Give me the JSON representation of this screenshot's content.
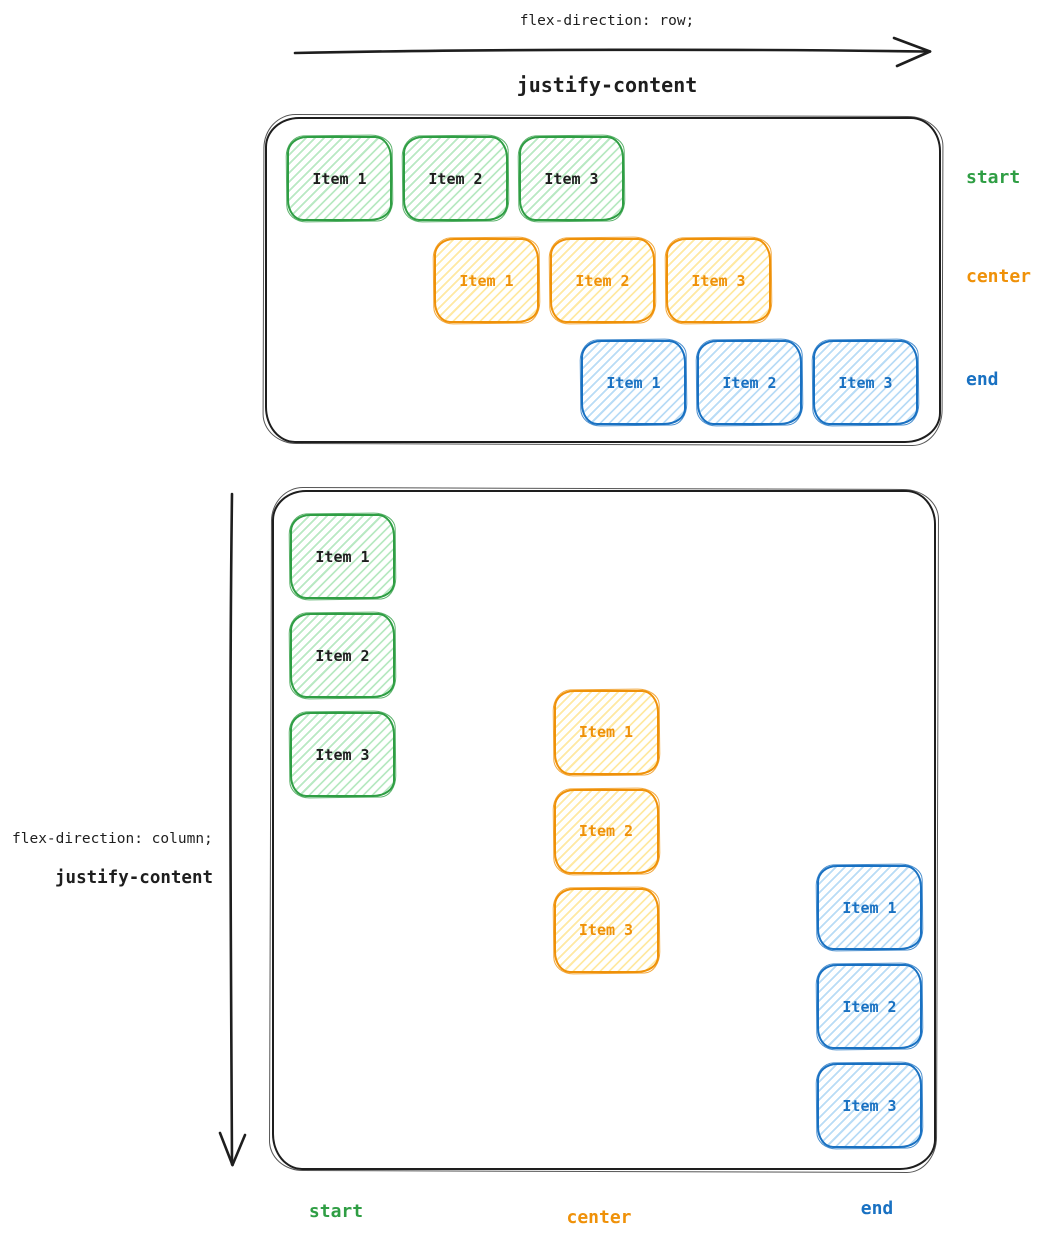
{
  "palette": {
    "ink": "#1e1e1e",
    "green": {
      "stroke": "#2f9e44",
      "hatch": "#b9e9c3",
      "text": "#1e1e1e"
    },
    "orange": {
      "stroke": "#ef9109",
      "hatch": "#ffe9a3",
      "text": "#ef9109"
    },
    "blue": {
      "stroke": "#1971c2",
      "hatch": "#b9dcf6",
      "text": "#1971c2"
    }
  },
  "row_section": {
    "direction_label": "flex-direction: row;",
    "property_label": "justify-content",
    "groups": [
      {
        "value": "start",
        "color": "green",
        "items": [
          "Item 1",
          "Item 2",
          "Item 3"
        ]
      },
      {
        "value": "center",
        "color": "orange",
        "items": [
          "Item 1",
          "Item 2",
          "Item 3"
        ]
      },
      {
        "value": "end",
        "color": "blue",
        "items": [
          "Item 1",
          "Item 2",
          "Item 3"
        ]
      }
    ]
  },
  "column_section": {
    "direction_label": "flex-direction: column;",
    "property_label": "justify-content",
    "groups": [
      {
        "value": "start",
        "color": "green",
        "items": [
          "Item 1",
          "Item 2",
          "Item 3"
        ]
      },
      {
        "value": "center",
        "color": "orange",
        "items": [
          "Item 1",
          "Item 2",
          "Item 3"
        ]
      },
      {
        "value": "end",
        "color": "blue",
        "items": [
          "Item 1",
          "Item 2",
          "Item 3"
        ]
      }
    ]
  }
}
